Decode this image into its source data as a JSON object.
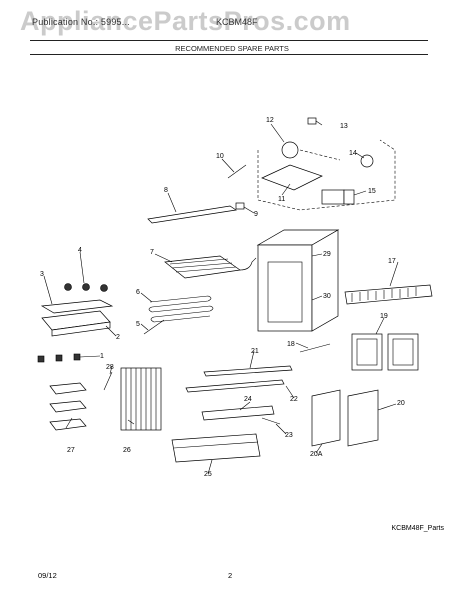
{
  "header": {
    "left_text": "Publication No.: 5995...",
    "right_text": "KCBM48F",
    "watermark": "AppliancePartsPros.com",
    "subtitle": "RECOMMENDED SPARE PARTS"
  },
  "drawing_id": "KCBM48F_Parts",
  "footer": {
    "date": "09/12",
    "page": "2"
  },
  "callouts": {
    "c1": "1",
    "c2": "2",
    "c3": "3",
    "c4": "4",
    "c5": "5",
    "c6": "6",
    "c7": "7",
    "c8": "8",
    "c9": "9",
    "c10": "10",
    "c11": "11",
    "c12": "12",
    "c13": "13",
    "c14": "14",
    "c15": "15",
    "c17": "17",
    "c18": "18",
    "c19": "19",
    "c20": "20",
    "c20a": "20A",
    "c21": "21",
    "c22": "22",
    "c23": "23",
    "c24": "24",
    "c25": "25",
    "c26": "26",
    "c27": "27",
    "c28": "28",
    "c29": "29",
    "c30": "30"
  }
}
